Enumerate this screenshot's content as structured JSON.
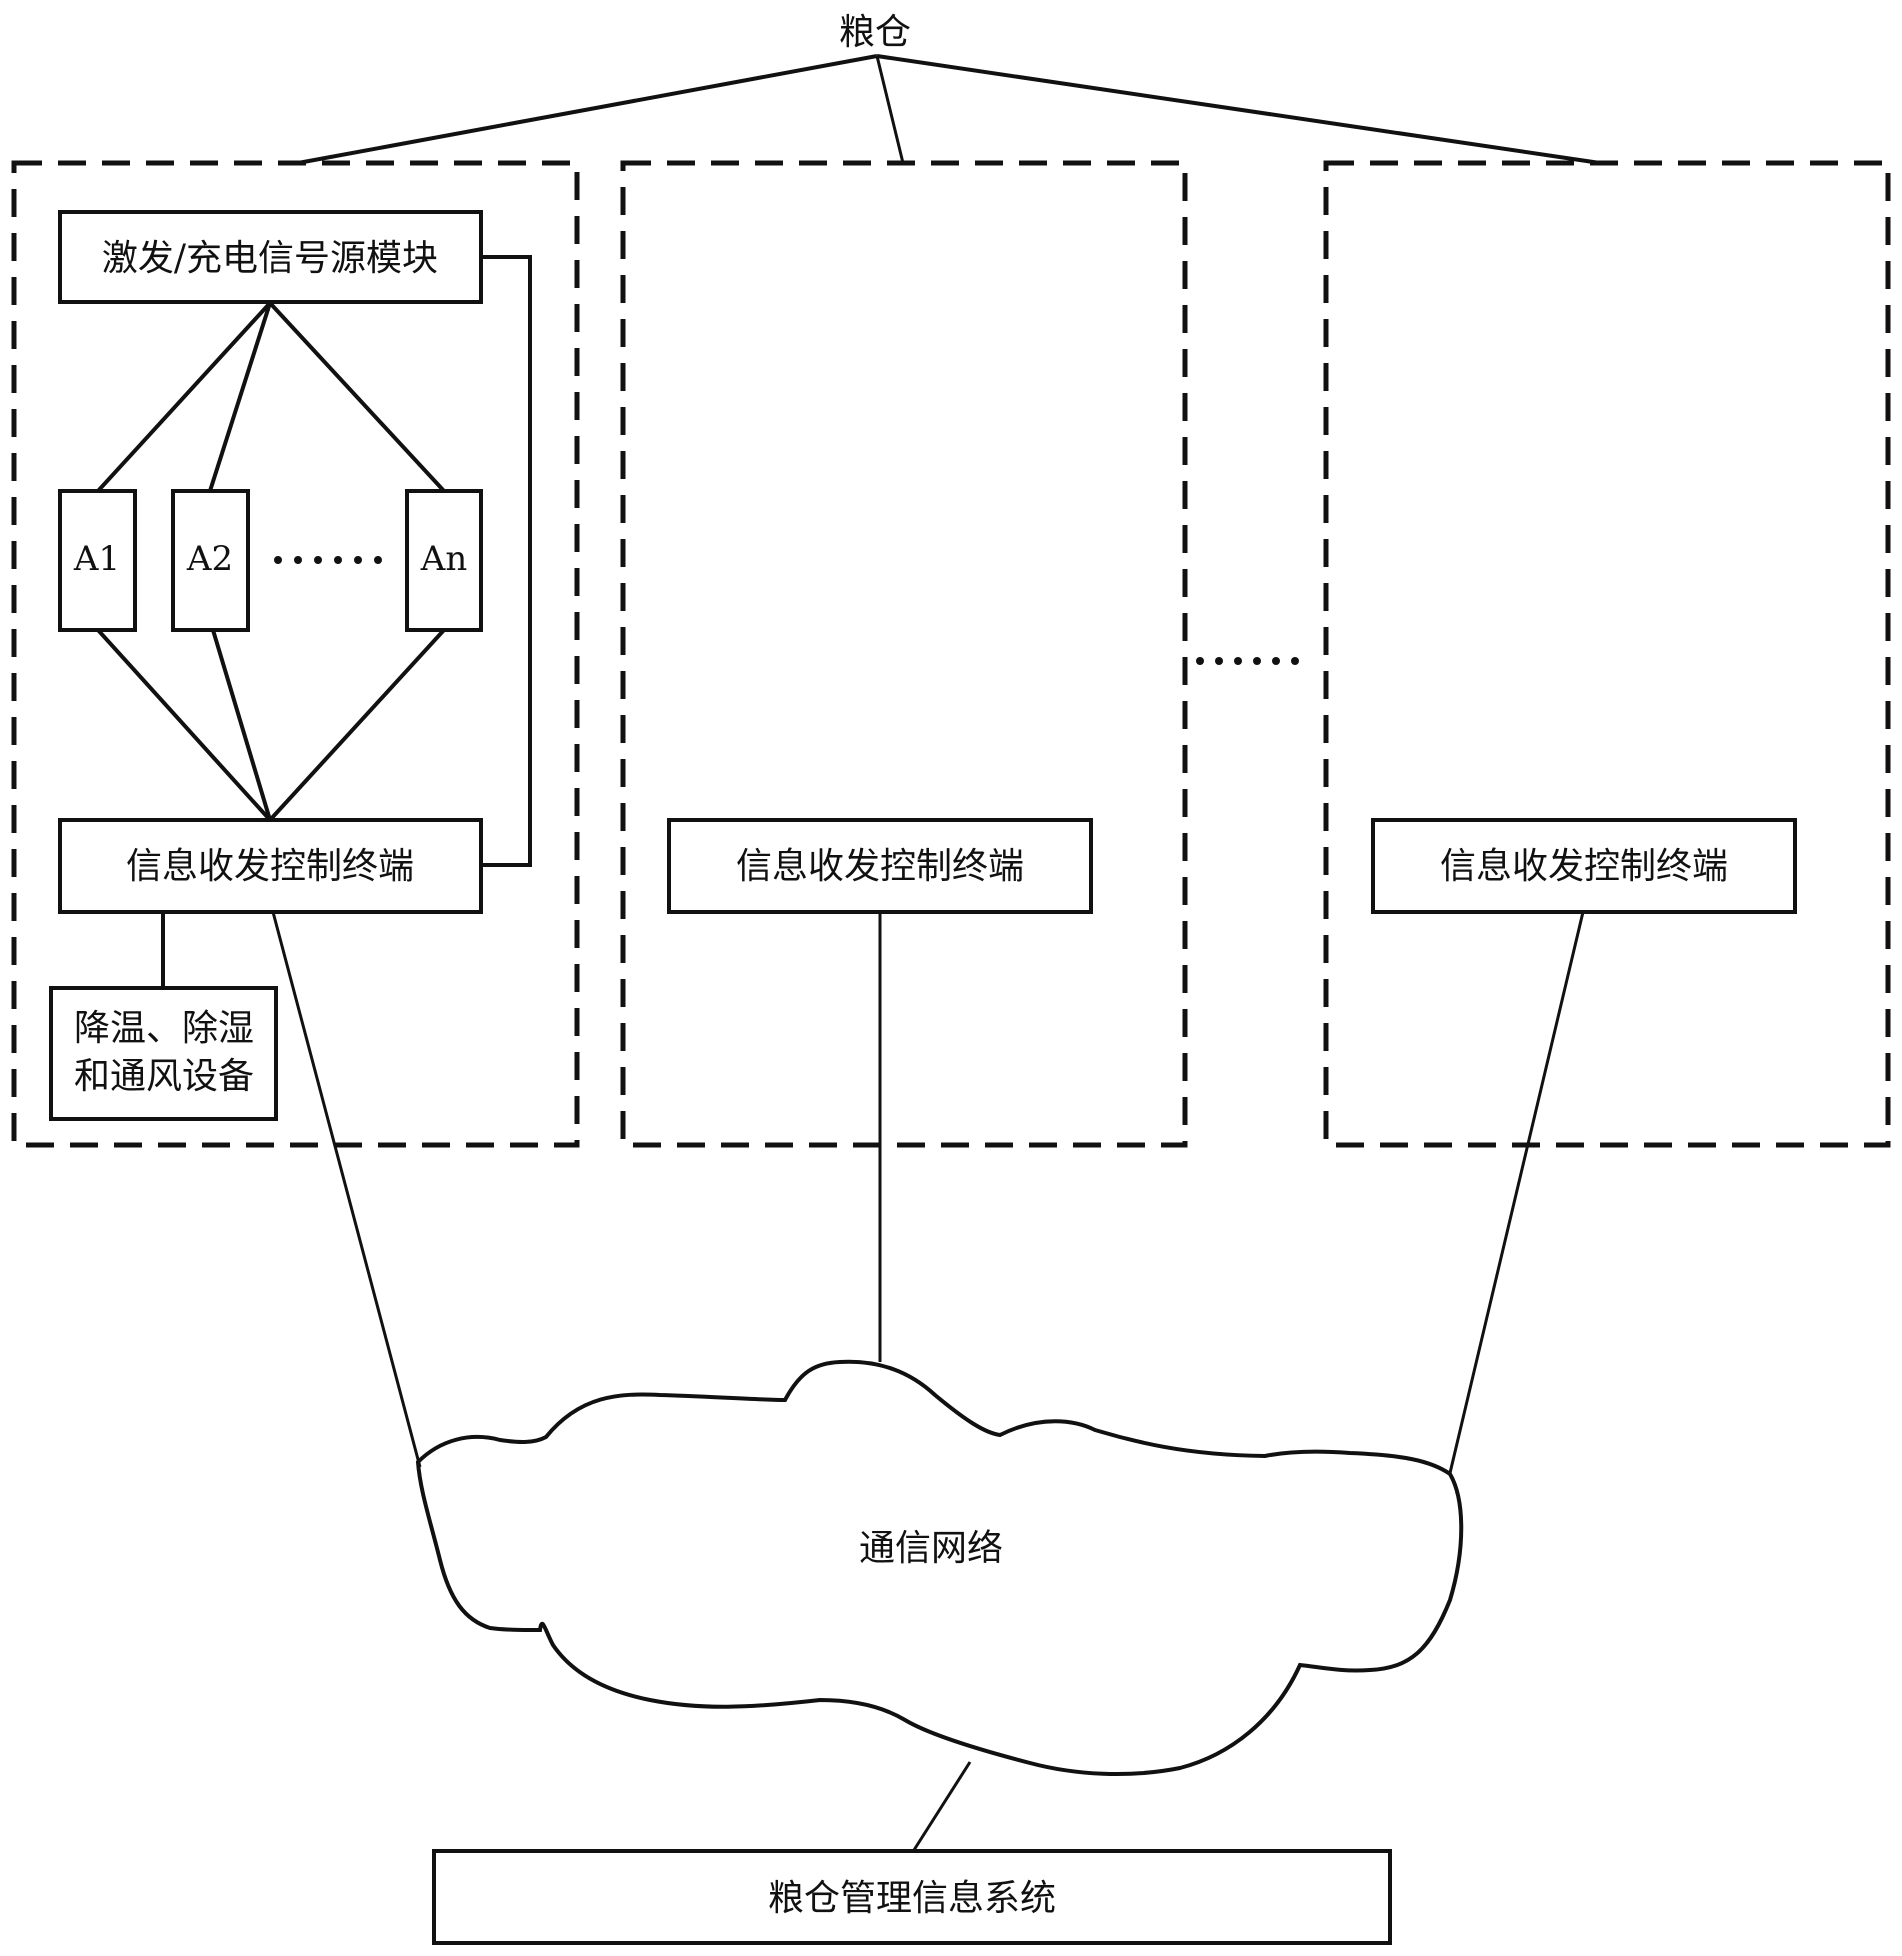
{
  "diagram": {
    "granary_label": "粮仓",
    "granaries": [
      {
        "signal_source": "激发/充电信号源模块",
        "sensors": [
          "A1",
          "A2",
          "An"
        ],
        "sensors_ellipsis": "……",
        "terminal": "信息收发控制终端",
        "equipment_line1": "降温、除湿",
        "equipment_line2": "和通风设备"
      },
      {
        "terminal": "信息收发控制终端"
      },
      {
        "terminal": "信息收发控制终端"
      }
    ],
    "granaries_ellipsis": "……",
    "network": "通信网络",
    "management_system": "粮仓管理信息系统"
  }
}
